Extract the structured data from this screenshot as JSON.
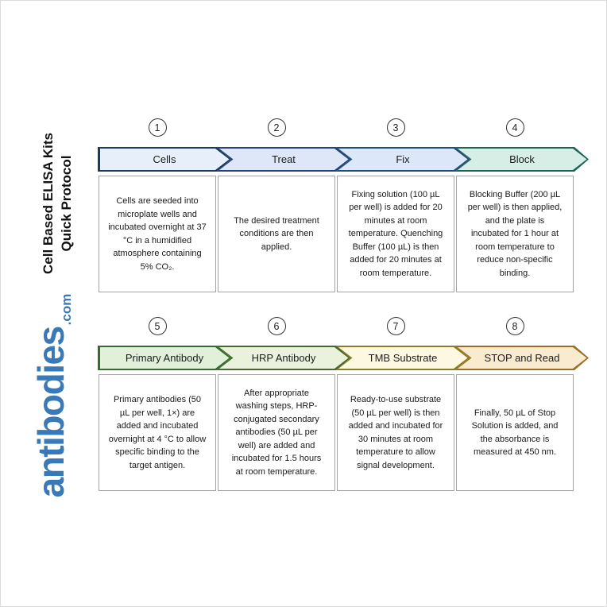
{
  "sidebar": {
    "title_line1": "Cell Based ELISA Kits",
    "title_line2": "Quick Protocol",
    "brand_name": "antibodies",
    "brand_tld": ".com",
    "brand_color": "#3a79b8"
  },
  "steps": [
    {
      "number": "1",
      "title": "Cells",
      "description": "Cells are seeded into microplate wells and incubated overnight at 37 °C in a humidified atmosphere containing 5% CO₂.",
      "fill": "#e7f0fa",
      "border": "#1c3c5e"
    },
    {
      "number": "2",
      "title": "Treat",
      "description": "The desired treatment conditions are then applied.",
      "fill": "#dee7f8",
      "border": "#24427c"
    },
    {
      "number": "3",
      "title": "Fix",
      "description": "Fixing solution (100 µL per well) is added for 20 minutes at room temperature. Quenching Buffer (100 µL) is then added for 20 minutes at room temperature.",
      "fill": "#dce8f9",
      "border": "#1f4e79"
    },
    {
      "number": "4",
      "title": "Block",
      "description": "Blocking Buffer (200 µL per well) is then applied, and the plate is incubated for 1 hour at room temperature to reduce non-specific binding.",
      "fill": "#d7eee6",
      "border": "#1d6356"
    },
    {
      "number": "5",
      "title": "Primary Antibody",
      "description": "Primary antibodies (50 µL per well, 1×) are added and incubated overnight at 4 °C to allow specific binding to the target antigen.",
      "fill": "#e2f0da",
      "border": "#356b2f"
    },
    {
      "number": "6",
      "title": "HRP Antibody",
      "description": "After appropriate washing steps, HRP-conjugated secondary antibodies (50 µL per well) are added and incubated for 1.5 hours at room temperature.",
      "fill": "#eaf2de",
      "border": "#47682a"
    },
    {
      "number": "7",
      "title": "TMB Substrate",
      "description": "Ready-to-use substrate (50 µL per well) is then added and incubated for 30 minutes at room temperature to allow signal development.",
      "fill": "#fdf8e1",
      "border": "#8f7b22"
    },
    {
      "number": "8",
      "title": "STOP and Read",
      "description": "Finally, 50 µL of Stop Solution is added, and the absorbance is measured at 450 nm.",
      "fill": "#f8ebcf",
      "border": "#9a6d21"
    }
  ]
}
